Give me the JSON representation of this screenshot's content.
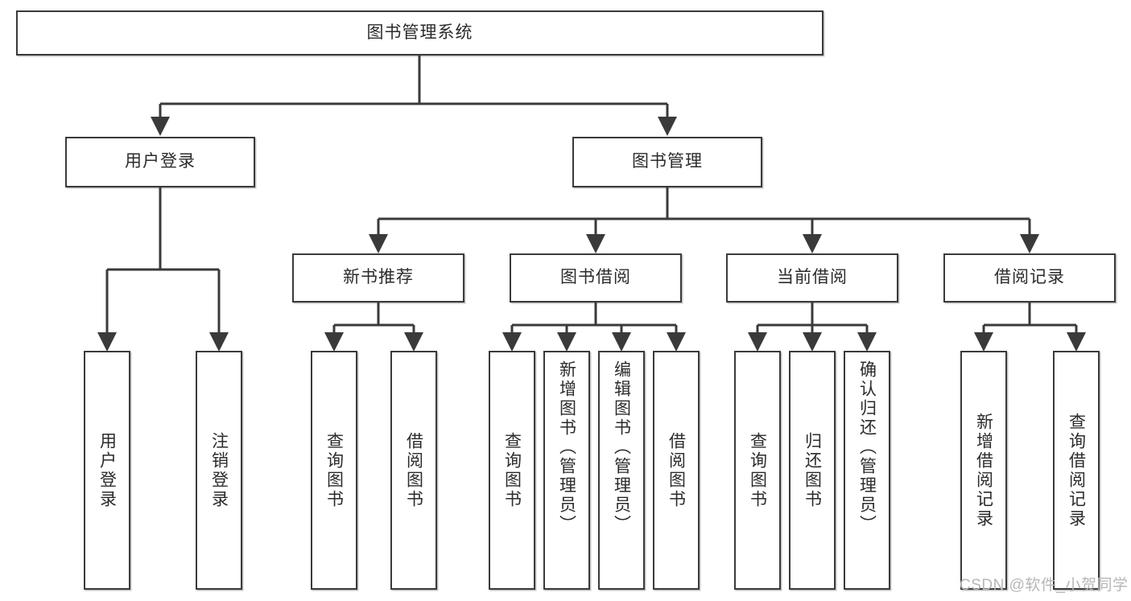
{
  "diagram": {
    "type": "hierarchy-tree",
    "title": "图书管理系统",
    "watermark": "CSDN @软件_小贺同学",
    "colors": {
      "box_border": "#3a3a3a",
      "box_fill": "#ffffff",
      "connector": "#3a3a3a",
      "text": "#2b2b2b",
      "watermark": "#b6b6b6"
    },
    "nodes": {
      "root": {
        "label": "图书管理系统",
        "level": 1
      },
      "l2": [
        {
          "id": "user_login",
          "label": "用户登录",
          "level": 2
        },
        {
          "id": "book_manage",
          "label": "图书管理",
          "level": 2
        }
      ],
      "l3": [
        {
          "id": "new_book_rec",
          "label": "新书推荐",
          "level": 3,
          "parent": "book_manage"
        },
        {
          "id": "book_borrow",
          "label": "图书借阅",
          "level": 3,
          "parent": "book_manage"
        },
        {
          "id": "current_borrow",
          "label": "当前借阅",
          "level": 3,
          "parent": "book_manage"
        },
        {
          "id": "borrow_record",
          "label": "借阅记录",
          "level": 3,
          "parent": "book_manage"
        }
      ],
      "leaves": [
        {
          "id": "leaf_user_login",
          "label": "用户登录",
          "parent": "user_login"
        },
        {
          "id": "leaf_user_logout",
          "label": "注销登录",
          "parent": "user_login"
        },
        {
          "id": "leaf_nbr_query",
          "label": "查询图书",
          "parent": "new_book_rec"
        },
        {
          "id": "leaf_nbr_borrow",
          "label": "借阅图书",
          "parent": "new_book_rec"
        },
        {
          "id": "leaf_bb_query",
          "label": "查询图书",
          "parent": "book_borrow"
        },
        {
          "id": "leaf_bb_add",
          "label": "新增图书（管理员）",
          "parent": "book_borrow"
        },
        {
          "id": "leaf_bb_edit",
          "label": "编辑图书（管理员）",
          "parent": "book_borrow"
        },
        {
          "id": "leaf_bb_borrow",
          "label": "借阅图书",
          "parent": "book_borrow"
        },
        {
          "id": "leaf_cb_query",
          "label": "查询图书",
          "parent": "current_borrow"
        },
        {
          "id": "leaf_cb_return",
          "label": "归还图书",
          "parent": "current_borrow"
        },
        {
          "id": "leaf_cb_confirm",
          "label": "确认归还（管理员）",
          "parent": "current_borrow"
        },
        {
          "id": "leaf_br_add",
          "label": "新增借阅记录",
          "parent": "borrow_record"
        },
        {
          "id": "leaf_br_query",
          "label": "查询借阅记录",
          "parent": "borrow_record"
        }
      ]
    }
  }
}
